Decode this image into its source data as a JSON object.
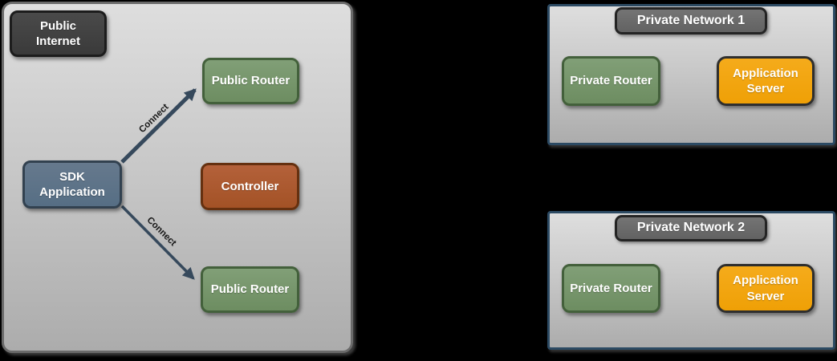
{
  "colors": {
    "background": "#000000",
    "panel_fill_top": "#DEDEDE",
    "panel_fill_bottom": "#ACACAC",
    "public_panel_border": "#6A6A6A",
    "private_panel_border": "#2C4A63",
    "node_green_fill": "#77956C",
    "node_green_border": "#43603B",
    "node_slate_fill": "#5E7488",
    "node_slate_border": "#32414F",
    "node_rust_fill": "#AC5A30",
    "node_rust_border": "#65300F",
    "node_amber_fill": "#F2A512",
    "node_amber_border": "#2E2E2E",
    "node_dark_fill": "#424242",
    "node_dark_border": "#1C1C1C",
    "network_title_fill": "#6B6B6B",
    "network_title_border": "#242424",
    "arrow": "#36495C",
    "node_text": "#FFFFFF",
    "edge_label_text": "#161616"
  },
  "diagram": {
    "public_internet": {
      "title": "Public Internet",
      "nodes": {
        "public_router_top": {
          "label": "Public Router"
        },
        "sdk_application": {
          "label": "SDK Application"
        },
        "controller": {
          "label": "Controller"
        },
        "public_router_bottom": {
          "label": "Public Router"
        }
      },
      "edges": [
        {
          "from": "sdk_application",
          "to": "public_router_top",
          "label": "Connect"
        },
        {
          "from": "sdk_application",
          "to": "public_router_bottom",
          "label": "Connect"
        }
      ]
    },
    "private_networks": [
      {
        "title": "Private Network 1",
        "nodes": {
          "private_router": {
            "label": "Private Router"
          },
          "application_server": {
            "label": "Application Server"
          }
        }
      },
      {
        "title": "Private Network 2",
        "nodes": {
          "private_router": {
            "label": "Private Router"
          },
          "application_server": {
            "label": "Application Server"
          }
        }
      }
    ]
  }
}
